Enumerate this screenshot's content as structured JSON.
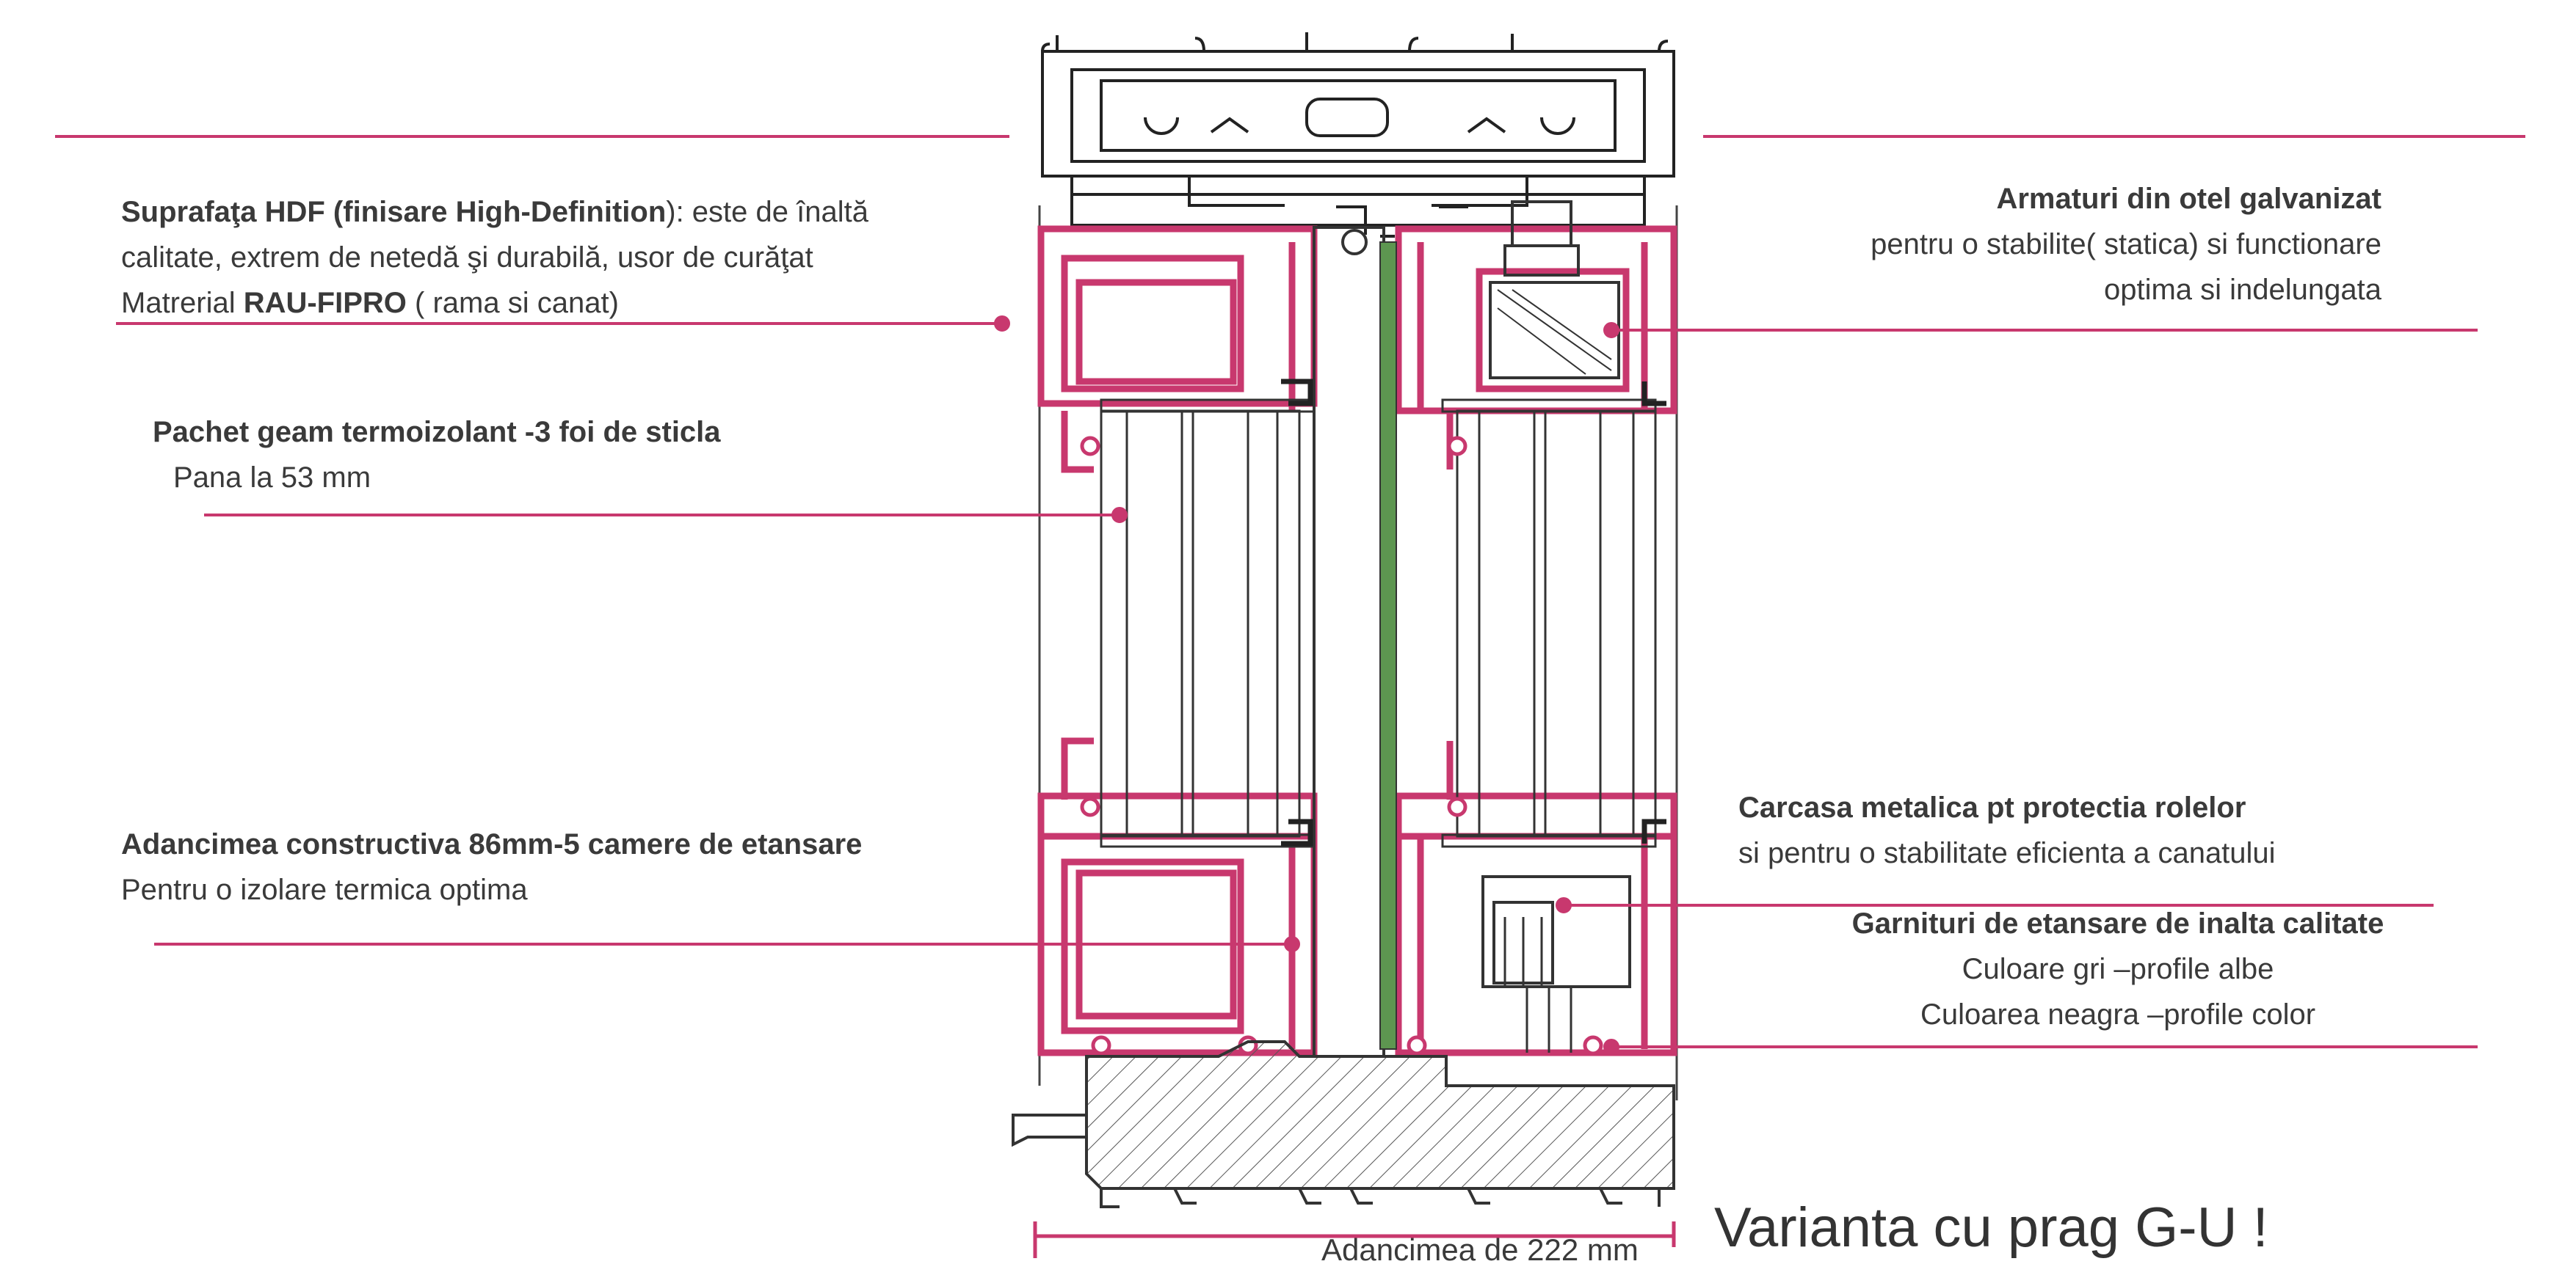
{
  "accent_color": "#c8386e",
  "glass_color": "#5d9650",
  "labels": {
    "hdf": {
      "line1_bold": "Suprafaţa HDF (finisare High-Definition",
      "line1_rest": "): este de înaltă",
      "line2": "calitate, extrem de netedă şi durabilă, usor de curăţat",
      "line3_pre": "Matrerial ",
      "line3_bold": "RAU-FIPRO",
      "line3_post": " ( rama si canat)"
    },
    "glass": {
      "title": "Pachet geam termoizolant -3 foi de sticla",
      "sub": "Pana la 53 mm"
    },
    "depth": {
      "title": "Adancimea constructiva 86mm-5 camere de etansare",
      "sub": "Pentru o izolare termica optima"
    },
    "reinforcement": {
      "title": "Armaturi din otel galvanizat",
      "line2": "pentru o stabilite( statica) si  functionare",
      "line3": "optima si indelungata"
    },
    "housing": {
      "title": "Carcasa  metalica pt protectia rolelor",
      "sub": "si pentru o stabilitate eficienta a canatului"
    },
    "gaskets": {
      "title": "Garnituri de etansare de inalta calitate",
      "line2": "Culoare gri –profile albe",
      "line3": "Culoarea neagra –profile color"
    }
  },
  "dimension_label": "Adancimea  de 222 mm",
  "variant_title": "Varianta cu prag G-U !"
}
